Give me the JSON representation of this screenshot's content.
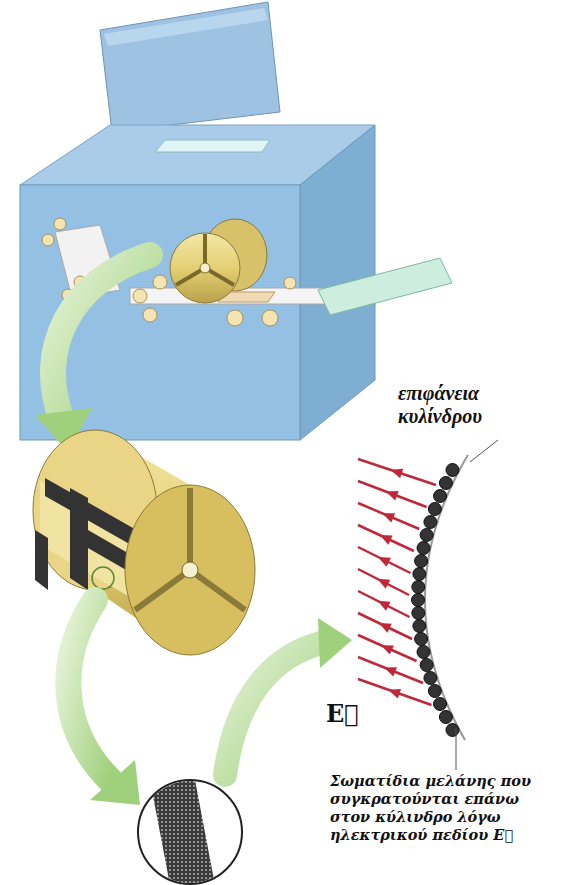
{
  "diagram": {
    "labels": [
      "επιφάνεια κυλίνδρου",
      "E⃗",
      "Σωματίδια μελάνης που συγκρατούνται επάνω στον κύλινδρο λόγω ηλεκτρικού πεδίου E⃗"
    ]
  }
}
